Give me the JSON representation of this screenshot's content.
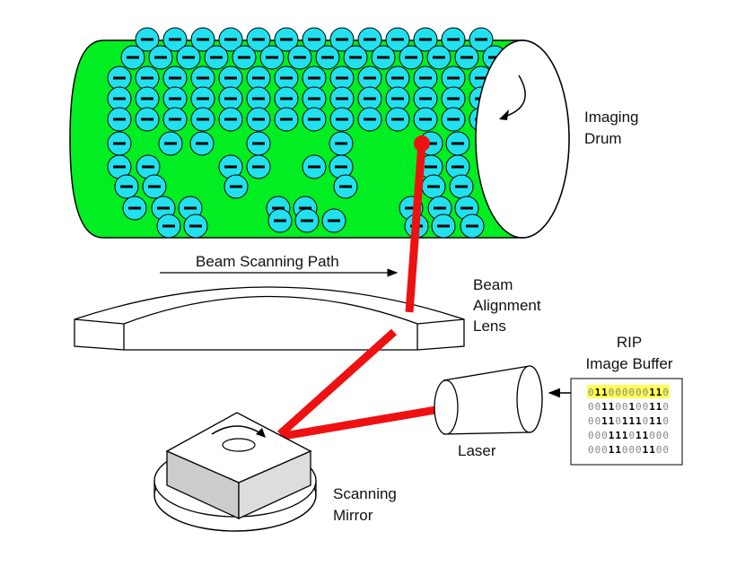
{
  "labels": {
    "drum": [
      "Imaging",
      "Drum"
    ],
    "beam_path": "Beam Scanning Path",
    "lens": [
      "Beam",
      "Alignment",
      "Lens"
    ],
    "buffer_title": [
      "RIP",
      "Image Buffer"
    ],
    "laser": "Laser",
    "mirror": [
      "Scanning",
      "Mirror"
    ]
  },
  "buffer_rows": [
    "011000000110",
    "001100100110",
    "001101110110",
    "000111011000",
    "000110001100"
  ],
  "charge_symbol": "−",
  "colors": {
    "drum": "#00ee22",
    "charge": "#22e0ee",
    "beam": "#ee1111",
    "highlight": "#ffff55",
    "buffer_bit_on": "#000000",
    "buffer_bit_off": "#888888"
  }
}
